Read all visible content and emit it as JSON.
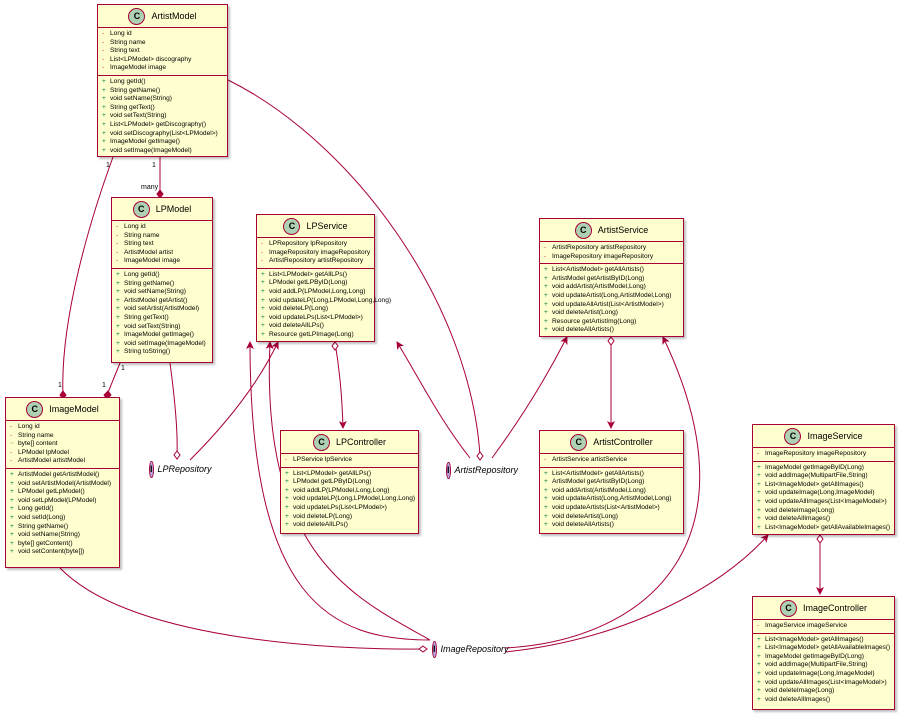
{
  "colors": {
    "line": "#a80036",
    "fill": "#fefece",
    "class_circle": "#add1b2",
    "interface_circle": "#b4a7e5"
  },
  "classes": {
    "artist_model": {
      "stereotype": "C",
      "name": "ArtistModel",
      "fields": [
        {
          "vis": "-",
          "text": "Long id"
        },
        {
          "vis": "-",
          "text": "String name"
        },
        {
          "vis": "-",
          "text": "String text"
        },
        {
          "vis": "-",
          "text": "List<LPModel> discography"
        },
        {
          "vis": "-",
          "text": "ImageModel image"
        }
      ],
      "methods": [
        {
          "vis": "+",
          "text": "Long getId()"
        },
        {
          "vis": "+",
          "text": "String getName()"
        },
        {
          "vis": "+",
          "text": "void setName(String)"
        },
        {
          "vis": "+",
          "text": "String getText()"
        },
        {
          "vis": "+",
          "text": "void setText(String)"
        },
        {
          "vis": "+",
          "text": "List<LPModel> getDiscography()"
        },
        {
          "vis": "+",
          "text": "void setDiscography(List<LPModel>)"
        },
        {
          "vis": "+",
          "text": "ImageModel getImage()"
        },
        {
          "vis": "+",
          "text": "void setImage(ImageModel)"
        }
      ]
    },
    "lp_model": {
      "stereotype": "C",
      "name": "LPModel",
      "fields": [
        {
          "vis": "-",
          "text": "Long id"
        },
        {
          "vis": "-",
          "text": "String name"
        },
        {
          "vis": "-",
          "text": "String text"
        },
        {
          "vis": "-",
          "text": "ArtistModel artist"
        },
        {
          "vis": "-",
          "text": "ImageModel image"
        }
      ],
      "methods": [
        {
          "vis": "+",
          "text": "Long getId()"
        },
        {
          "vis": "+",
          "text": "String getName()"
        },
        {
          "vis": "+",
          "text": "void setName(String)"
        },
        {
          "vis": "+",
          "text": "ArtistModel getArtist()"
        },
        {
          "vis": "+",
          "text": "void setArtist(ArtistModel)"
        },
        {
          "vis": "+",
          "text": "String getText()"
        },
        {
          "vis": "+",
          "text": "void setText(String)"
        },
        {
          "vis": "+",
          "text": "ImageModel getImage()"
        },
        {
          "vis": "+",
          "text": "void setImage(ImageModel)"
        },
        {
          "vis": "+",
          "text": "String toString()"
        }
      ]
    },
    "image_model": {
      "stereotype": "C",
      "name": "ImageModel",
      "fields": [
        {
          "vis": "-",
          "text": "Long id"
        },
        {
          "vis": "-",
          "text": "String name"
        },
        {
          "vis": "~",
          "text": "byte[] content"
        },
        {
          "vis": "-",
          "text": "LPModel lpModel"
        },
        {
          "vis": "-",
          "text": "ArtistModel artistModel"
        }
      ],
      "methods": [
        {
          "vis": "+",
          "text": "ArtistModel getArtistModel()"
        },
        {
          "vis": "+",
          "text": "void setArtistModel(ArtistModel)"
        },
        {
          "vis": "+",
          "text": "LPModel getLpModel()"
        },
        {
          "vis": "+",
          "text": "void setLpModel(LPModel)"
        },
        {
          "vis": "+",
          "text": "Long getId()"
        },
        {
          "vis": "+",
          "text": "void setId(Long)"
        },
        {
          "vis": "+",
          "text": "String getName()"
        },
        {
          "vis": "+",
          "text": "void setName(String)"
        },
        {
          "vis": "+",
          "text": "byte[] getContent()"
        },
        {
          "vis": "+",
          "text": "void setContent(byte[])"
        }
      ]
    },
    "lp_service": {
      "stereotype": "C",
      "name": "LPService",
      "fields": [
        {
          "vis": "-",
          "text": "LPRepository lpRepository"
        },
        {
          "vis": "-",
          "text": "ImageRepository imageRepository"
        },
        {
          "vis": "-",
          "text": "ArtistRepository artistRepository"
        }
      ],
      "methods": [
        {
          "vis": "+",
          "text": "List<LPModel> getAllLPs()"
        },
        {
          "vis": "+",
          "text": "LPModel getLPByID(Long)"
        },
        {
          "vis": "+",
          "text": "void addLP(LPModel,Long,Long)"
        },
        {
          "vis": "+",
          "text": "void updateLP(Long,LPModel,Long,Long)"
        },
        {
          "vis": "+",
          "text": "void deleteLP(Long)"
        },
        {
          "vis": "+",
          "text": "void updateLPs(List<LPModel>)"
        },
        {
          "vis": "+",
          "text": "void deleteAllLPs()"
        },
        {
          "vis": "+",
          "text": "Resource getLPImage(Long)"
        }
      ]
    },
    "artist_service": {
      "stereotype": "C",
      "name": "ArtistService",
      "fields": [
        {
          "vis": "-",
          "text": "ArtistRepository artistRepository"
        },
        {
          "vis": "-",
          "text": "ImageRepository imageRepository"
        }
      ],
      "methods": [
        {
          "vis": "+",
          "text": "List<ArtistModel> getAllArtists()"
        },
        {
          "vis": "+",
          "text": "ArtistModel getArtistByID(Long)"
        },
        {
          "vis": "+",
          "text": "void addArtist(ArtistModel,Long)"
        },
        {
          "vis": "+",
          "text": "void updateArtist(Long,ArtistModel,Long)"
        },
        {
          "vis": "+",
          "text": "void updateAllArtist(List<ArtistModel>)"
        },
        {
          "vis": "+",
          "text": "void deleteArtist(Long)"
        },
        {
          "vis": "+",
          "text": "Resource getArtistImg(Long)"
        },
        {
          "vis": "+",
          "text": "void deleteAllArtists()"
        }
      ]
    },
    "lp_controller": {
      "stereotype": "C",
      "name": "LPController",
      "fields": [
        {
          "vis": "-",
          "text": "LPService lpService"
        }
      ],
      "methods": [
        {
          "vis": "+",
          "text": "List<LPModel> getAllLPs()"
        },
        {
          "vis": "+",
          "text": "LPModel getLPByID(Long)"
        },
        {
          "vis": "+",
          "text": "void addLP(LPModel,Long,Long)"
        },
        {
          "vis": "+",
          "text": "void updateLP(Long,LPModel,Long,Long)"
        },
        {
          "vis": "+",
          "text": "void updateLPs(List<LPModel>)"
        },
        {
          "vis": "+",
          "text": "void deleteLP(Long)"
        },
        {
          "vis": "+",
          "text": "void deleteAllLPs()"
        }
      ]
    },
    "artist_controller": {
      "stereotype": "C",
      "name": "ArtistController",
      "fields": [
        {
          "vis": "-",
          "text": "ArtistService artistService"
        }
      ],
      "methods": [
        {
          "vis": "+",
          "text": "List<ArtistModel> getAllArtists()"
        },
        {
          "vis": "+",
          "text": "ArtistModel getArtistByID(Long)"
        },
        {
          "vis": "+",
          "text": "void addArtist(ArtistModel,Long)"
        },
        {
          "vis": "+",
          "text": "void updateArtist(Long,ArtistModel,Long)"
        },
        {
          "vis": "+",
          "text": "void updateArtists(List<ArtistModel>)"
        },
        {
          "vis": "+",
          "text": "void deleteArtist(Long)"
        },
        {
          "vis": "+",
          "text": "void deleteAllArtists()"
        }
      ]
    },
    "image_service": {
      "stereotype": "C",
      "name": "ImageService",
      "fields": [
        {
          "vis": "-",
          "text": "ImageRepository imageRepository"
        }
      ],
      "methods": [
        {
          "vis": "+",
          "text": "ImageModel getImageByID(Long)"
        },
        {
          "vis": "+",
          "text": "void addImage(MultipartFile,String)"
        },
        {
          "vis": "+",
          "text": "List<ImageModel> getAllImages()"
        },
        {
          "vis": "+",
          "text": "void updateImage(Long,ImageModel)"
        },
        {
          "vis": "+",
          "text": "void updateAllImages(List<ImageModel>)"
        },
        {
          "vis": "+",
          "text": "void deleteImage(Long)"
        },
        {
          "vis": "+",
          "text": "void deleteAllImages()"
        },
        {
          "vis": "+",
          "text": "List<ImageModel> getAllAvailableImages()"
        }
      ]
    },
    "image_controller": {
      "stereotype": "C",
      "name": "ImageController",
      "fields": [
        {
          "vis": "-",
          "text": "ImageService imageService"
        }
      ],
      "methods": [
        {
          "vis": "+",
          "text": "List<ImageModel> getAllImages()"
        },
        {
          "vis": "+",
          "text": "List<ImageModel> getAllAvailableImages()"
        },
        {
          "vis": "+",
          "text": "ImageModel getImageByID(Long)"
        },
        {
          "vis": "+",
          "text": "void addImage(MultipartFile,String)"
        },
        {
          "vis": "+",
          "text": "void updateImage(Long,ImageModel)"
        },
        {
          "vis": "+",
          "text": "void updateAllImages(List<ImageModel>)"
        },
        {
          "vis": "+",
          "text": "void deleteImage(Long)"
        },
        {
          "vis": "+",
          "text": "void deleteAllImages()"
        }
      ]
    }
  },
  "interfaces": {
    "lp_repository": {
      "stereotype": "I",
      "name": "LPRepository"
    },
    "artist_repository": {
      "stereotype": "I",
      "name": "ArtistRepository"
    },
    "image_repository": {
      "stereotype": "I",
      "name": "ImageRepository"
    }
  },
  "multiplicities": {
    "artist_lp_one": "1",
    "artist_lp_many": "many",
    "artist_image_top": "1",
    "artist_image_bottom": "1",
    "lp_image_top": "1",
    "lp_image_bottom": "1"
  }
}
